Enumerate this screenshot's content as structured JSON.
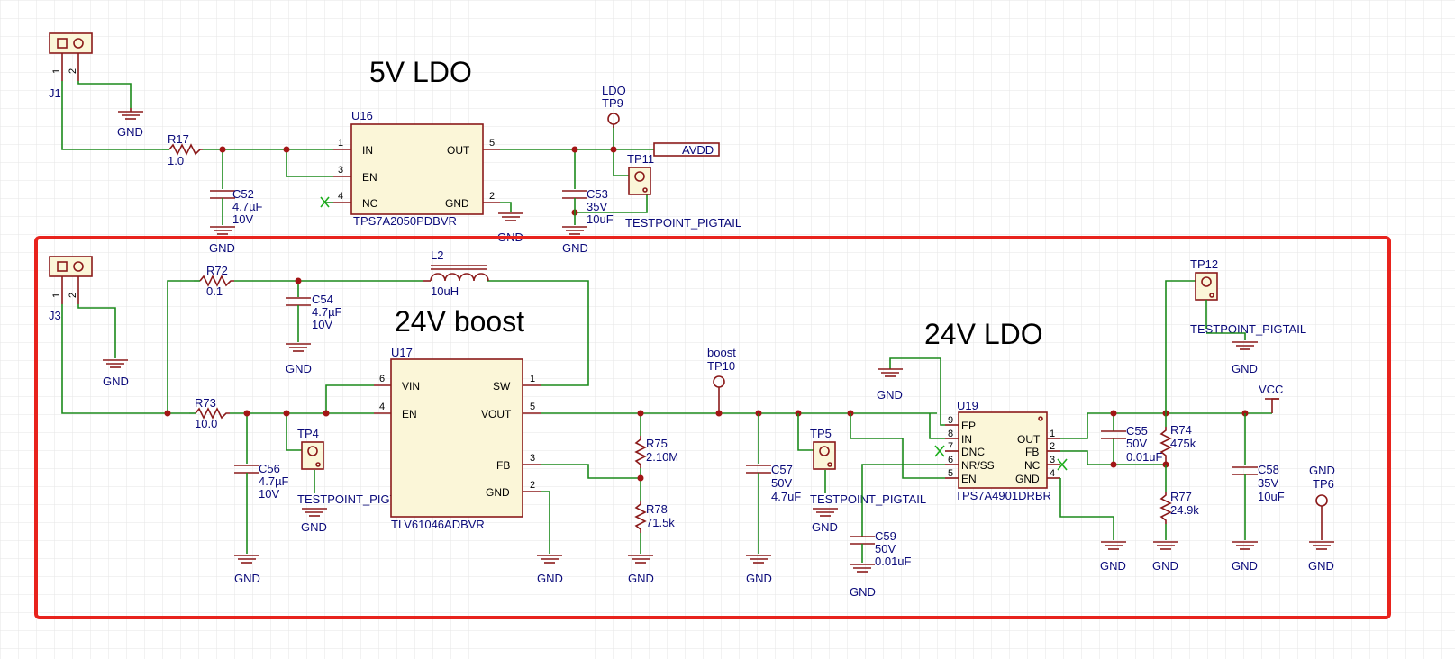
{
  "titles": {
    "ldo5": "5V LDO",
    "boost24": "24V boost",
    "ldo24": "24V LDO"
  },
  "connectors": {
    "j1": {
      "ref": "J1",
      "pin1": "1",
      "pin2": "2"
    },
    "j3": {
      "ref": "J3",
      "pin1": "1",
      "pin2": "2"
    }
  },
  "ics": {
    "u16": {
      "ref": "U16",
      "part": "TPS7A2050PDBVR",
      "pins": {
        "in": "IN",
        "en": "EN",
        "nc": "NC",
        "out": "OUT",
        "gnd": "GND"
      },
      "nums": {
        "in": "1",
        "en": "3",
        "nc": "4",
        "out": "5",
        "gnd": "2"
      }
    },
    "u17": {
      "ref": "U17",
      "part": "TLV61046ADBVR",
      "pins": {
        "vin": "VIN",
        "en": "EN",
        "sw": "SW",
        "vout": "VOUT",
        "fb": "FB",
        "gnd": "GND"
      },
      "nums": {
        "vin": "6",
        "en": "4",
        "sw": "1",
        "vout": "5",
        "fb": "3",
        "gnd": "2"
      }
    },
    "u19": {
      "ref": "U19",
      "part": "TPS7A4901DRBR",
      "pins": {
        "ep": "EP",
        "in": "IN",
        "dnc": "DNC",
        "nrss": "NR/SS",
        "en": "EN",
        "out": "OUT",
        "fb": "FB",
        "nc": "NC",
        "gnd": "GND"
      },
      "nums": {
        "ep": "9",
        "in": "8",
        "dnc": "7",
        "nrss": "6",
        "en": "5",
        "out": "1",
        "fb": "2",
        "nc": "3",
        "gnd": "4"
      }
    }
  },
  "resistors": {
    "r17": {
      "ref": "R17",
      "value": "1.0"
    },
    "r72": {
      "ref": "R72",
      "value": "0.1"
    },
    "r73": {
      "ref": "R73",
      "value": "10.0"
    },
    "r75": {
      "ref": "R75",
      "value": "2.10M"
    },
    "r78": {
      "ref": "R78",
      "value": "71.5k"
    },
    "r74": {
      "ref": "R74",
      "value": "475k"
    },
    "r77": {
      "ref": "R77",
      "value": "24.9k"
    }
  },
  "capacitors": {
    "c52": {
      "ref": "C52",
      "v1": "4.7µF",
      "v2": "10V"
    },
    "c53": {
      "ref": "C53",
      "v1": "35V",
      "v2": "10uF"
    },
    "c54": {
      "ref": "C54",
      "v1": "4.7µF",
      "v2": "10V"
    },
    "c56": {
      "ref": "C56",
      "v1": "4.7µF",
      "v2": "10V"
    },
    "c57": {
      "ref": "C57",
      "v1": "50V",
      "v2": "4.7uF"
    },
    "c59": {
      "ref": "C59",
      "v1": "50V",
      "v2": "0.01uF"
    },
    "c55": {
      "ref": "C55",
      "v1": "50V",
      "v2": "0.01uF"
    },
    "c58": {
      "ref": "C58",
      "v1": "35V",
      "v2": "10uF"
    }
  },
  "inductor": {
    "ref": "L2",
    "value": "10uH"
  },
  "testpoints": {
    "tp9": {
      "ref": "TP9",
      "net": "LDO"
    },
    "tp10": {
      "ref": "TP10",
      "net": "boost"
    },
    "tp6": {
      "ref": "TP6",
      "net": "GND"
    },
    "tp11": {
      "ref": "TP11",
      "part": "TESTPOINT_PIGTAIL"
    },
    "tp12": {
      "ref": "TP12",
      "part": "TESTPOINT_PIGTAIL"
    },
    "tp4": {
      "ref": "TP4",
      "part": "TESTPOINT_PIGTAIL"
    },
    "tp5": {
      "ref": "TP5",
      "part": "TESTPOINT_PIGTAIL"
    }
  },
  "nets": {
    "avdd": "AVDD",
    "vcc": "VCC",
    "gnd": "GND"
  },
  "colors": {
    "wire": "#1c8a1c",
    "component": "#8b1a1a",
    "label": "#0a0a7a",
    "highlight": "#e8231d"
  }
}
